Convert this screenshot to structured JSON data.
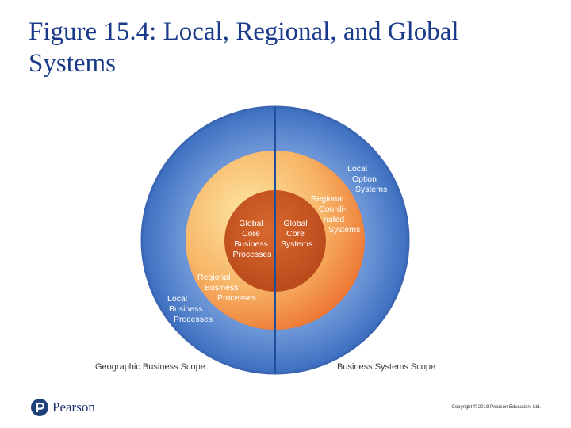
{
  "title": "Figure 15.4: Local, Regional, and Global\nSystems",
  "diagram": {
    "left_half": {
      "inner": [
        "Global",
        "Core",
        "Business",
        "Processes"
      ],
      "middle": [
        "Regional",
        "Business",
        "Processes"
      ],
      "outer": [
        "Local",
        "Business",
        "Processes"
      ],
      "scope_label": "Geographic Business Scope"
    },
    "right_half": {
      "inner": [
        "Global",
        "Core",
        "Systems"
      ],
      "middle": [
        "Regional",
        "Coordi-",
        "nated",
        "Systems"
      ],
      "outer": [
        "Local",
        "Option",
        "Systems"
      ],
      "scope_label": "Business Systems Scope"
    },
    "colors": {
      "outer_ring": "#5b88d0",
      "middle_ring": "#f4a45a",
      "inner_circle": "#cc5a22",
      "divider": "#1f4f9a"
    }
  },
  "footer": {
    "brand": "Pearson",
    "copyright": "Copyright © 2018 Pearson Education, Ltd."
  }
}
